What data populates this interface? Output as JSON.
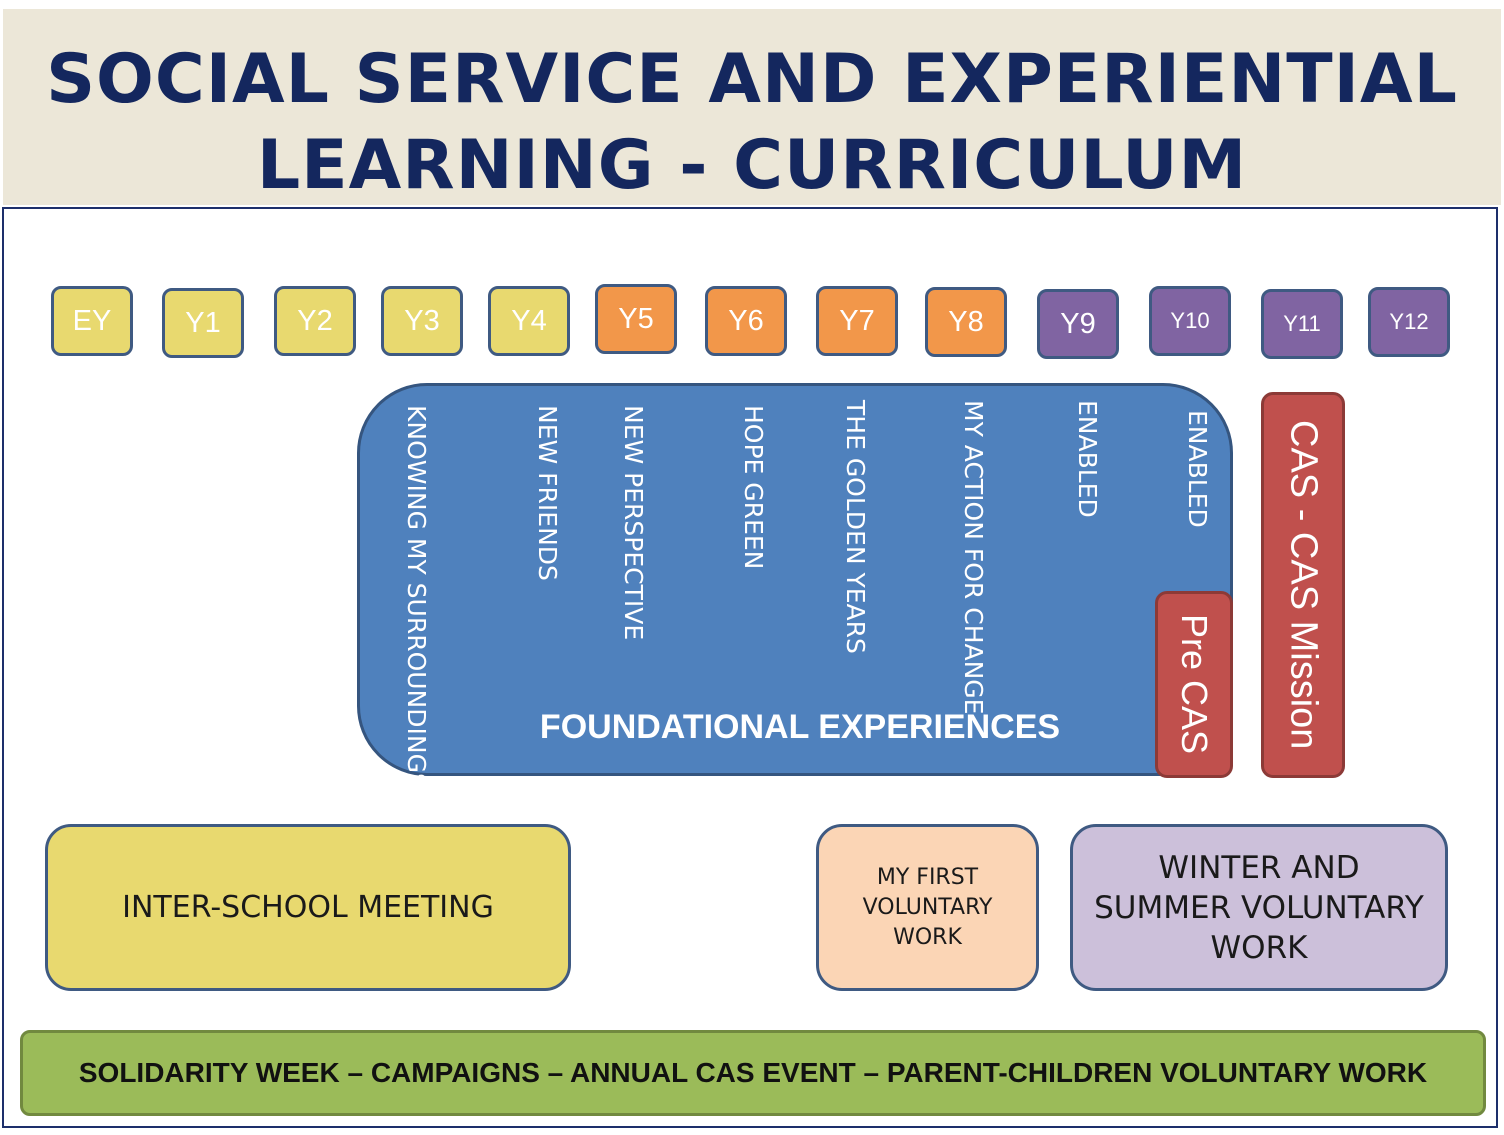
{
  "title": {
    "line1": "SOCIAL SERVICE AND EXPERIENTIAL",
    "line2": "LEARNING - CURRICULUM"
  },
  "colors": {
    "title": "#14275e",
    "header_bg": "#ece7d8",
    "early_years": "#e8d96f",
    "middle_years": "#f2974a",
    "upper_years": "#8064a2",
    "foundational": "#4f81bd",
    "cas": "#c0504d",
    "bar": "#9bbb59"
  },
  "years": [
    {
      "label": "EY",
      "group": "yellow"
    },
    {
      "label": "Y1",
      "group": "yellow"
    },
    {
      "label": "Y2",
      "group": "yellow"
    },
    {
      "label": "Y3",
      "group": "yellow"
    },
    {
      "label": "Y4",
      "group": "yellow"
    },
    {
      "label": "Y5",
      "group": "orange"
    },
    {
      "label": "Y6",
      "group": "orange"
    },
    {
      "label": "Y7",
      "group": "orange"
    },
    {
      "label": "Y8",
      "group": "orange"
    },
    {
      "label": "Y9",
      "group": "purple"
    },
    {
      "label": "Y10",
      "group": "purple"
    },
    {
      "label": "Y11",
      "group": "purple"
    },
    {
      "label": "Y12",
      "group": "purple"
    }
  ],
  "foundational": {
    "label": "FOUNDATIONAL EXPERIENCES",
    "programs": [
      "KNOWING MY SURROUNDINGS",
      "NEW FRIENDS",
      "NEW PERSPECTIVE",
      "HOPE GREEN",
      "THE GOLDEN YEARS",
      "MY ACTION FOR CHANGE",
      "ENABLED",
      "ENABLED"
    ]
  },
  "pre_cas": "Pre CAS",
  "cas_mission": "CAS - CAS Mission",
  "inter_school": "INTER-SCHOOL MEETING",
  "first_voluntary": "MY FIRST VOLUNTARY WORK",
  "winter_summer": "WINTER AND SUMMER VOLUNTARY WORK",
  "bottom_bar": "SOLIDARITY WEEK – CAMPAIGNS – ANNUAL CAS EVENT – PARENT-CHILDREN VOLUNTARY WORK"
}
